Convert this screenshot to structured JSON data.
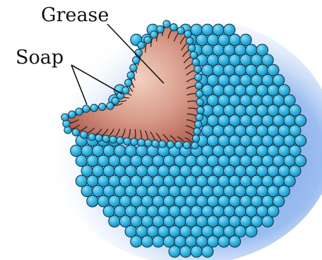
{
  "labels": {
    "grease": "Grease",
    "soap": "Soap"
  },
  "colors": {
    "glow_inner": "#6f9fe6",
    "glow_outer": "#ffffff",
    "sphere_fill": "#2fb3e0",
    "sphere_highlight": "#8fdcf6",
    "sphere_stroke": "#0d2f3f",
    "grease_light": "#f3d0c2",
    "grease_dark": "#a5554a",
    "tail_stroke": "#3a1e18",
    "pointer_line": "#111111"
  },
  "icons": {
    "micelle": "micelle-cutaway-illustration"
  }
}
